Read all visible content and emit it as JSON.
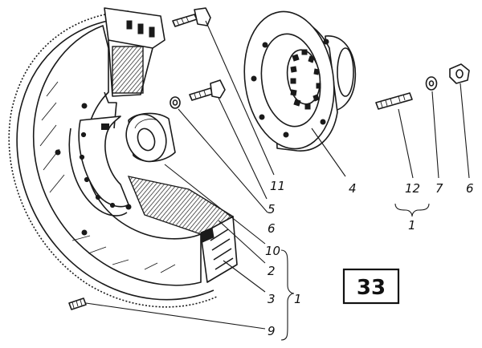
{
  "figure": {
    "number": "33"
  },
  "callouts": {
    "c11": "11",
    "c4": "4",
    "c12": "12",
    "c7": "7",
    "c6a": "6",
    "c1a": "1",
    "c5": "5",
    "c6b": "6",
    "c10": "10",
    "c2": "2",
    "c3": "3",
    "c1b": "1",
    "c9": "9"
  }
}
